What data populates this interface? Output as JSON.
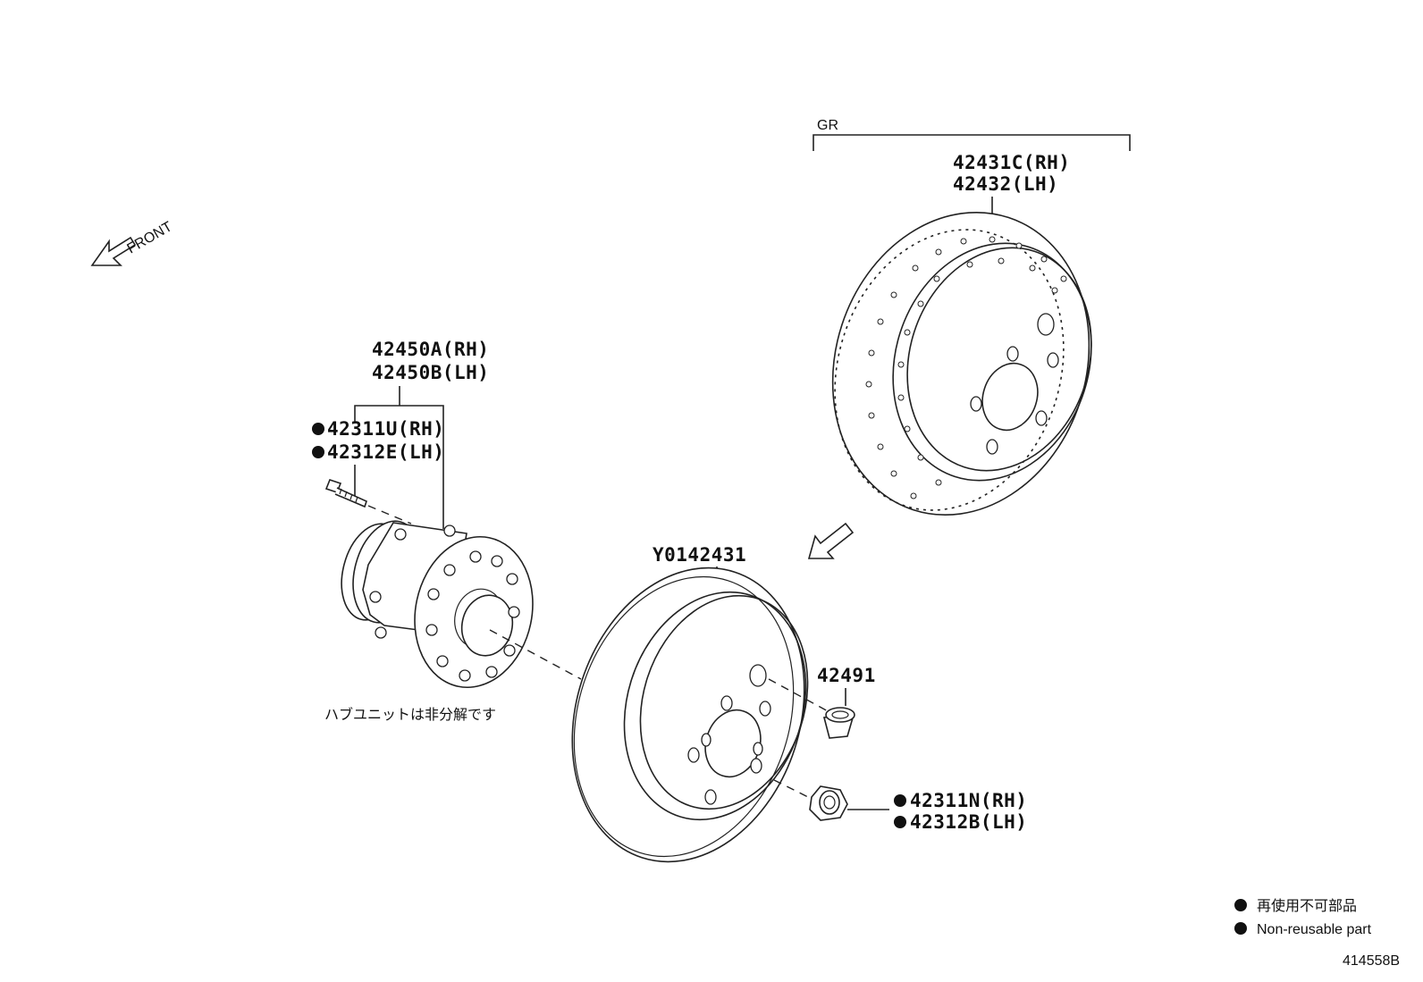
{
  "title": "",
  "front_label": "FRONT",
  "group_label": "GR",
  "parts": {
    "rotor_gr_rh": "42431C(RH)",
    "rotor_gr_lh": "42432(LH)",
    "hub_rh": "42450A(RH)",
    "hub_lh": "42450B(LH)",
    "hub_bolt_rh": "42311U(RH)",
    "hub_bolt_lh": "42312E(LH)",
    "rotor_std": "Y0142431",
    "plug": "42491",
    "nut_rh": "42311N(RH)",
    "nut_lh": "42312B(LH)"
  },
  "hub_note": "ハブユニットは非分解です",
  "legend": {
    "jp": "再使用不可部品",
    "en": "Non-reusable part"
  },
  "diagram_id": "414558B"
}
